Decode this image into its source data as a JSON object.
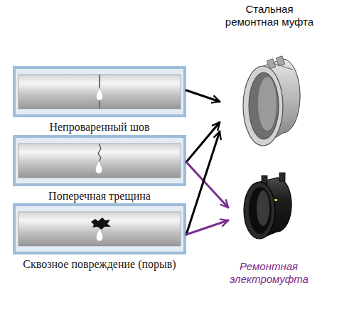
{
  "diagram": {
    "nodes": [
      {
        "text": [
          "Непроваренный шов"
        ]
      },
      {
        "text": [
          "Поперечная трещина"
        ]
      },
      {
        "text": [
          "Сквозное повреждение (порыв)"
        ]
      },
      {
        "text": [
          "Стальная ремонтная муфта"
        ]
      },
      {
        "text": [
          "Ремонтная электромуфта"
        ]
      }
    ],
    "edges": [
      {
        "from": 0,
        "to": 3,
        "arrow": "to"
      },
      {
        "from": 1,
        "to": 3,
        "arrow": "to"
      },
      {
        "from": 1,
        "to": 4,
        "arrow": "to"
      },
      {
        "from": 2,
        "to": 3,
        "arrow": "to"
      },
      {
        "from": 2,
        "to": 4,
        "arrow": "to"
      }
    ]
  }
}
